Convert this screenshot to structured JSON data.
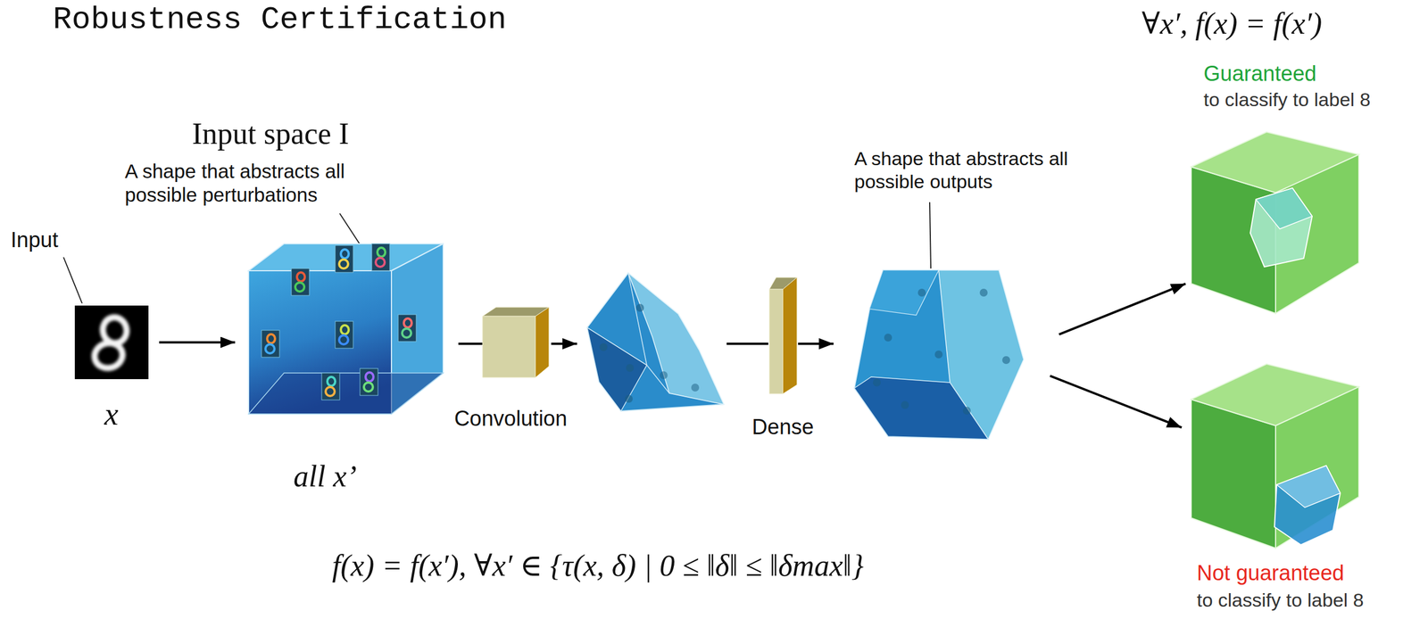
{
  "diagram": {
    "title": "Robustness Certification",
    "nodes": [
      {
        "text": [
          "Input",
          "x"
        ]
      },
      {
        "text": [
          "Input space I",
          "A shape that abstracts all possible perturbations",
          "all x’"
        ]
      },
      {
        "text": [
          "Convolution"
        ]
      },
      {
        "text": [
          "Dense"
        ]
      },
      {
        "text": [
          "A shape that abstracts all possible outputs"
        ]
      },
      {
        "text": [
          "Guaranteed",
          "to classify to label 8"
        ]
      },
      {
        "text": [
          "Not guaranteed",
          "to classify to label 8"
        ]
      }
    ],
    "edges": [
      {
        "from": 0,
        "to": 1,
        "arrow": "to"
      },
      {
        "from": 1,
        "to": 2,
        "arrow": "none"
      },
      {
        "from": 3,
        "to": 4,
        "arrow": "to"
      },
      {
        "from": 4,
        "to": 5,
        "arrow": "to"
      },
      {
        "from": 4,
        "to": 6,
        "arrow": "to"
      }
    ],
    "labels": [
      "∀x′, f(x) = f(x′)",
      "f(x) = f(x′), ∀x′ ∈ {τ(x, δ) | 0 ≤ ‖δ‖ ≤ ‖δmax‖}"
    ]
  }
}
